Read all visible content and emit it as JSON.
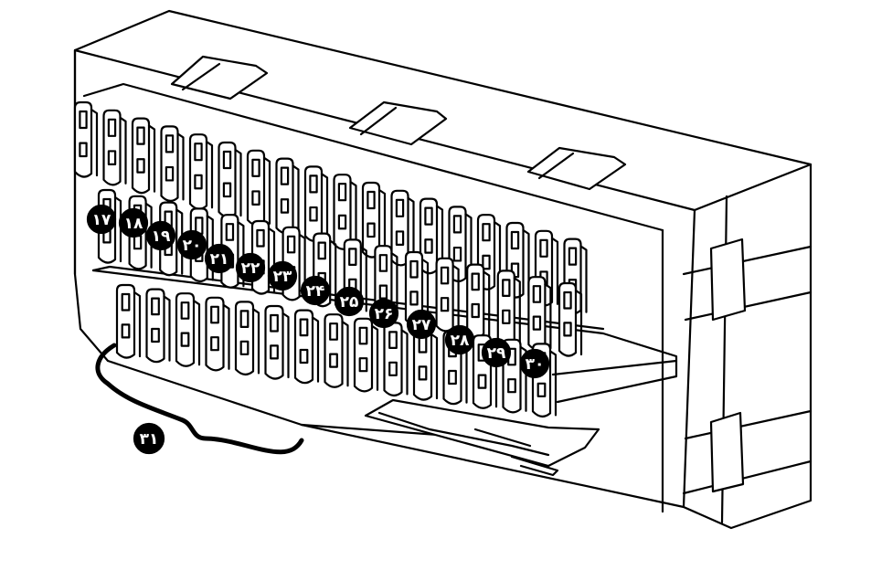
{
  "diagram": {
    "colors": {
      "line": "#000000",
      "fill": "#ffffff",
      "callout_fill": "#000000",
      "callout_text": "#ffffff"
    },
    "callouts_row_middle": [
      "۱۷",
      "۱۸",
      "۱۹",
      "۲۰",
      "۲۱",
      "۲۲",
      "۲۳",
      "۲۴",
      "۲۵",
      "۲۶",
      "۲۷",
      "۲۸",
      "۲۹",
      "۳۰"
    ],
    "callout_group_lower": "۳۱"
  }
}
